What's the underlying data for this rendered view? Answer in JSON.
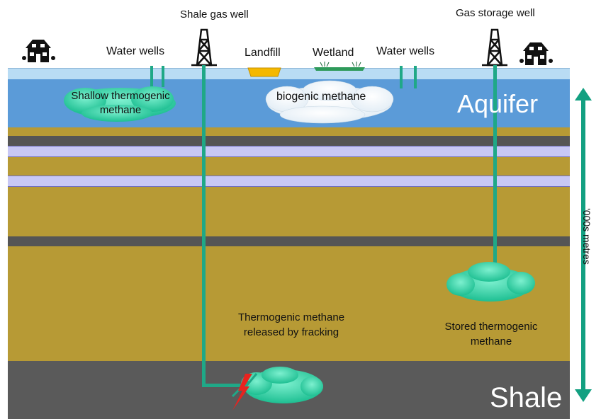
{
  "labels": {
    "shale_gas_well": "Shale gas well",
    "gas_storage_well": "Gas storage well",
    "water_wells_left": "Water wells",
    "water_wells_right": "Water wells",
    "landfill": "Landfill",
    "wetland": "Wetland",
    "shallow_thermogenic": "Shallow thermogenic methane",
    "biogenic_methane": "biogenic methane",
    "aquifer": "Aquifer",
    "fracking_methane": "Thermogenic methane released by fracking",
    "stored_methane": "Stored thermogenic methane",
    "shale": "Shale",
    "depth_scale": "'000s metres"
  },
  "colors": {
    "surface": "#b9dcf4",
    "aquifer": "#5b9bd8",
    "sediment": "#b79a35",
    "dark_band": "#555555",
    "light_band": "#c8c8f5",
    "shale": "#5a5a5a",
    "pipe": "#1fa887",
    "methane_cloud": "#2fd3a6",
    "arrow": "#13a081",
    "landfill": "#f5b800",
    "wetland": "#2e9a5a"
  }
}
